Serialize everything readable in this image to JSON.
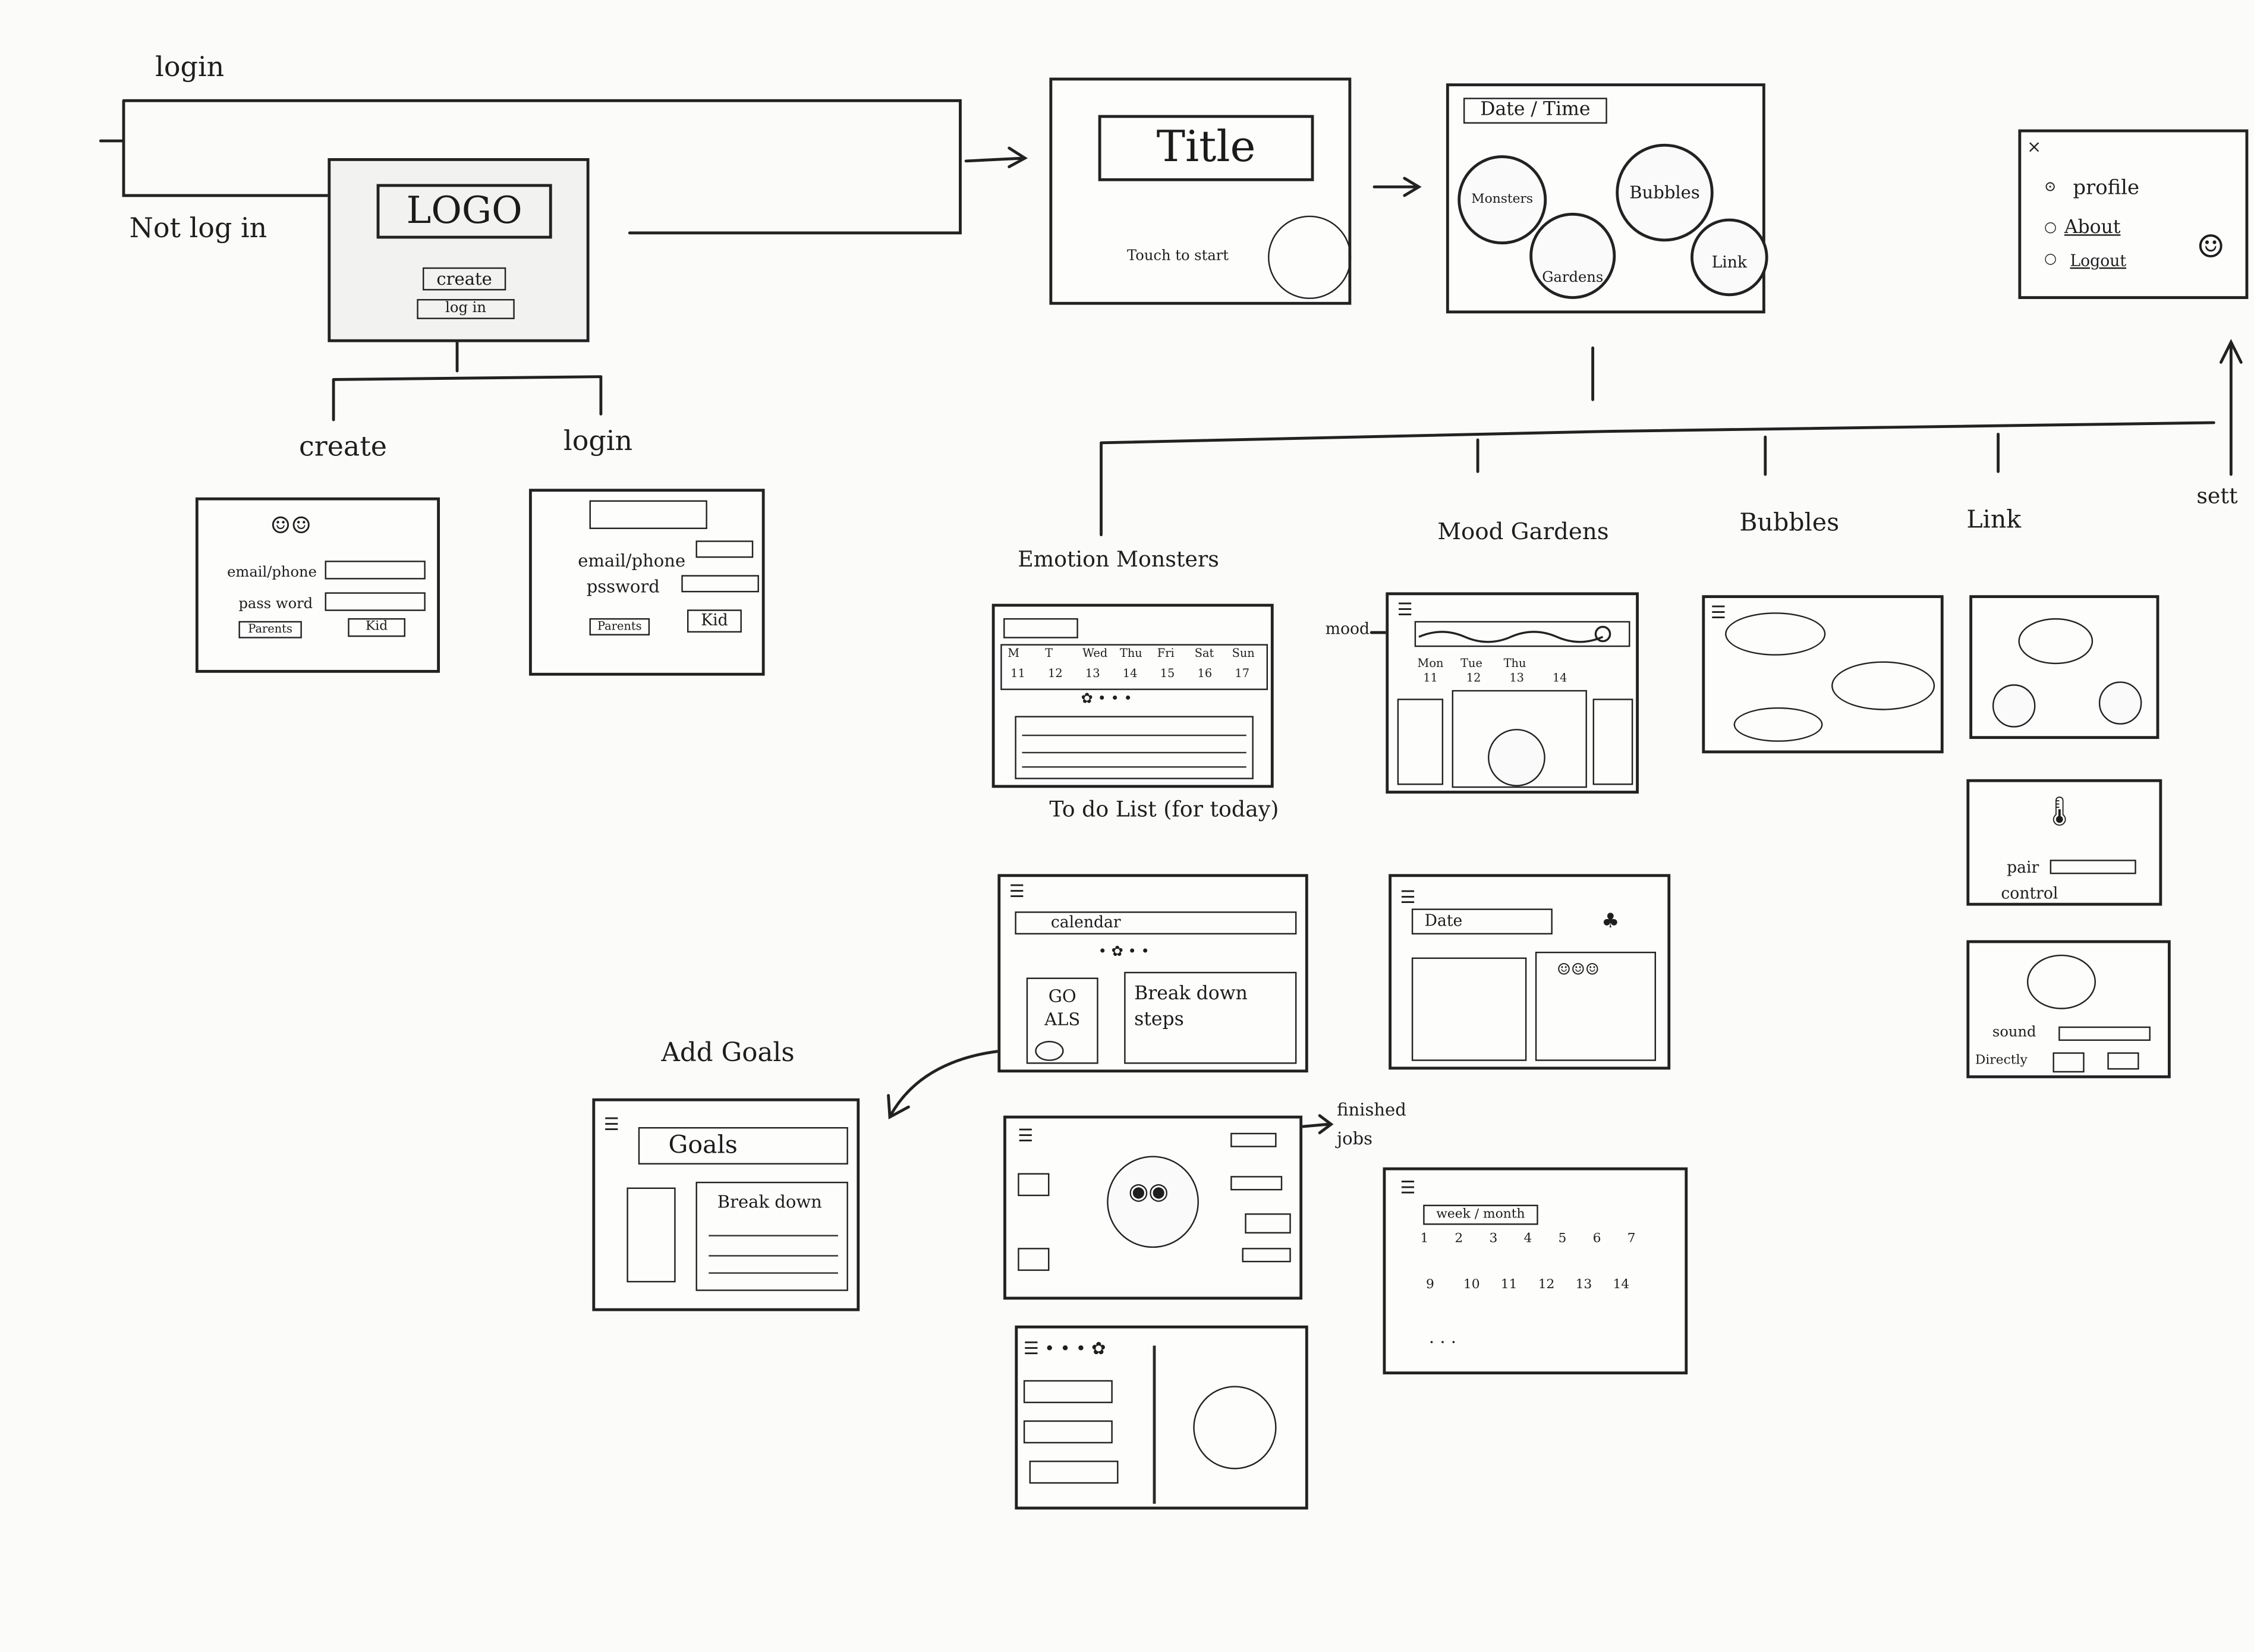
{
  "labels": {
    "login_top": "login",
    "not_login": "Not log in",
    "create": "create",
    "login_branch": "login",
    "emotion_monsters": "Emotion Monsters",
    "mood_gardens": "Mood Gardens",
    "bubbles": "Bubbles",
    "link": "Link",
    "settings": "sett",
    "todo": "To do List (for today)",
    "add_goals": "Add Goals",
    "finished_jobs": "finished jobs",
    "mood": "mood"
  },
  "start_screen": {
    "logo": "LOGO",
    "create_btn": "create",
    "login_btn": "log in"
  },
  "create_screen": {
    "email_label": "email/phone",
    "password_label": "pass word",
    "parents_btn": "Parents",
    "kid_btn": "Kid"
  },
  "login_screen": {
    "email_label": "email/phone",
    "password_label": "pssword",
    "parents_btn": "Parents",
    "kid_btn": "Kid"
  },
  "title_screen": {
    "title": "Title",
    "touch": "Touch to start"
  },
  "home_screen": {
    "datetime": "Date / Time",
    "circles": [
      "Monsters",
      "Bubbles",
      "Gardens",
      "Link"
    ]
  },
  "settings_menu": {
    "items": [
      "profile",
      "About",
      "Logout"
    ]
  },
  "emotion_calendar": {
    "days": [
      "M",
      "T",
      "Wed",
      "Thu",
      "Fri",
      "Sat",
      "Sun"
    ],
    "dates": [
      "11",
      "12",
      "13",
      "14",
      "15",
      "16",
      "17"
    ]
  },
  "garden_screen": {
    "days": [
      "Mon",
      "Tue",
      "Thu"
    ],
    "dates": [
      "11",
      "12",
      "13",
      "14"
    ]
  },
  "goals_screen": {
    "calendar": "calendar",
    "goals_label": "GO ALS",
    "breakdown": "Break down steps"
  },
  "add_goals_screen": {
    "header": "Goals",
    "breakdown": "Break down"
  },
  "garden_date_screen": {
    "date": "Date"
  },
  "week_month_screen": {
    "toggle": "week / month",
    "row1": [
      "1",
      "2",
      "3",
      "4",
      "5",
      "6",
      "7"
    ],
    "row2": [
      "9",
      "10",
      "11",
      "12",
      "13",
      "14"
    ]
  },
  "link_screens": {
    "pair_label": "pair",
    "control_label": "control",
    "sound_label": "sound",
    "directly_label": "Directly"
  }
}
